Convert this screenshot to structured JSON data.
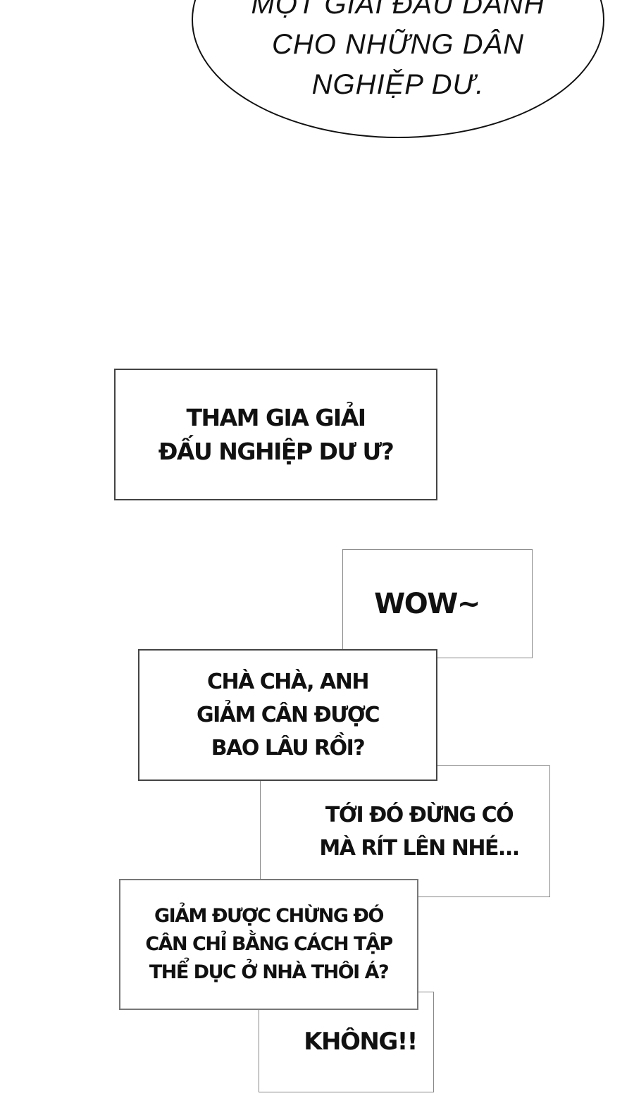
{
  "speech_bubble": {
    "text": "MỘT GIẢI ĐẤU DÀNH\nCHO NHỮNG DÂN\nNGHIỆP DƯ."
  },
  "caption_boxes": [
    {
      "text": "THAM GIA GIẢI\nĐẤU NGHIỆP DƯ Ư?"
    },
    {
      "text": "WOW~"
    },
    {
      "text": "CHÀ CHÀ, ANH\nGIẢM CÂN ĐƯỢC\nBAO LÂU RỒI?"
    },
    {
      "text": "TỚI ĐÓ ĐỪNG CÓ\nMÀ RÍT LÊN NHÉ..."
    },
    {
      "text": "GIẢM ĐƯỢC CHỪNG ĐÓ\nCÂN CHỈ BẰNG CÁCH TẬP\nTHỂ DỤC Ở NHÀ THÔI Á?"
    },
    {
      "text": "KHÔNG!!"
    }
  ]
}
